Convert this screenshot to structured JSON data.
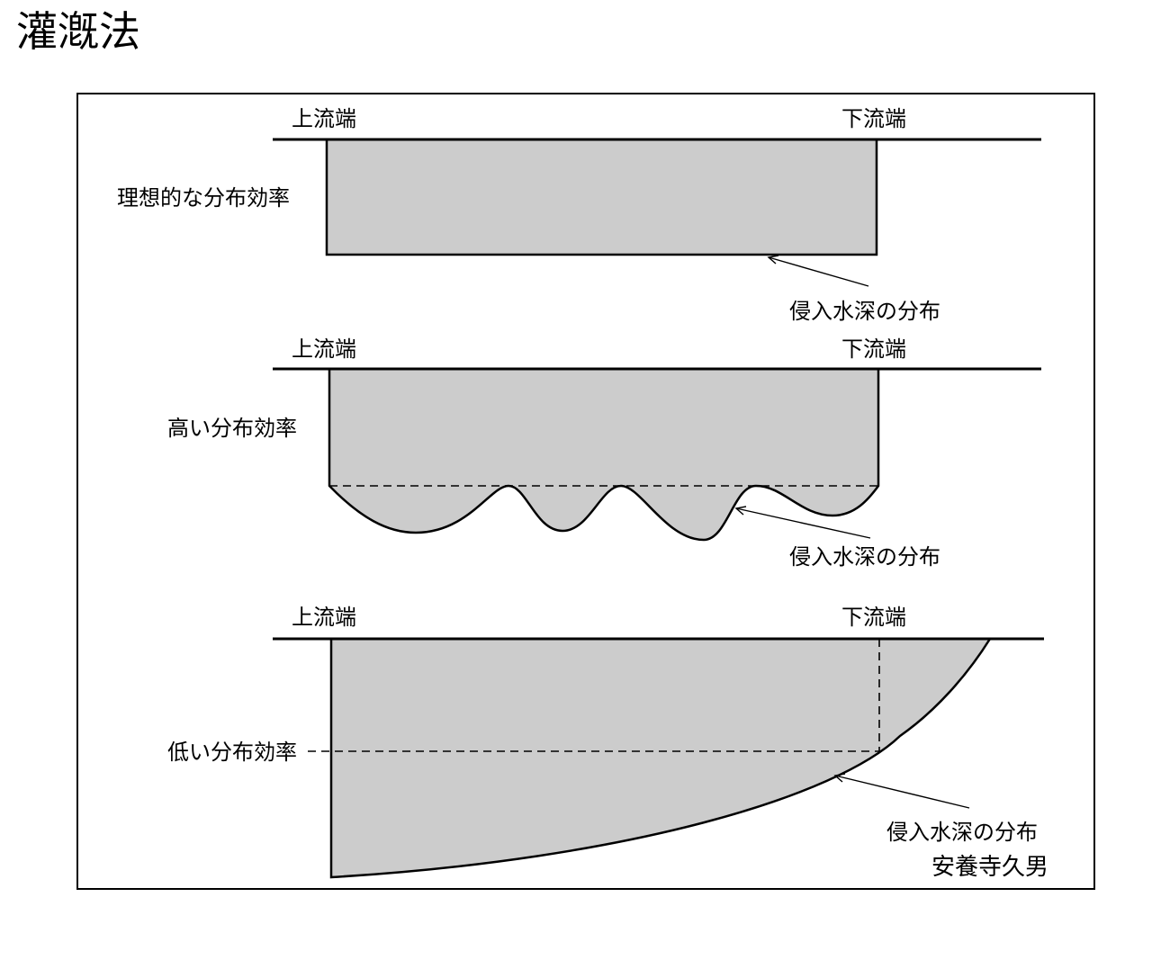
{
  "title": "灌漑法",
  "panels": [
    {
      "upstream_label": "上流端",
      "downstream_label": "下流端",
      "efficiency_label": "理想的な分布効率",
      "distribution_label": "侵入水深の分布"
    },
    {
      "upstream_label": "上流端",
      "downstream_label": "下流端",
      "efficiency_label": "高い分布効率",
      "distribution_label": "侵入水深の分布"
    },
    {
      "upstream_label": "上流端",
      "downstream_label": "下流端",
      "efficiency_label": "低い分布効率",
      "distribution_label": "侵入水深の分布"
    }
  ],
  "author": "安養寺久男",
  "colors": {
    "fill": "#cccccc",
    "stroke": "#000000",
    "background": "#ffffff"
  }
}
